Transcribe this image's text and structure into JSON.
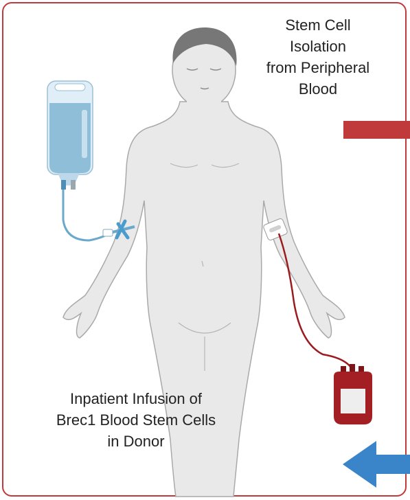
{
  "labels": {
    "collection": "Stem Cell\nIsolation\nfrom Peripheral\nBlood",
    "infusion": "Inpatient Infusion of\nBrec1 Blood Stem Cells\nin Donor"
  },
  "colors": {
    "frame": "#c0393b",
    "red_arrow": "#c0393b",
    "blue_arrow": "#3a84c9",
    "blood": "#9b1b1f",
    "iv_fluid": "#8fbfd8",
    "body": "#e8e8e8"
  },
  "icons": [
    "iv-bag-icon",
    "blood-bag-icon",
    "human-figure",
    "red-arrow-icon",
    "blue-arrow-icon"
  ]
}
